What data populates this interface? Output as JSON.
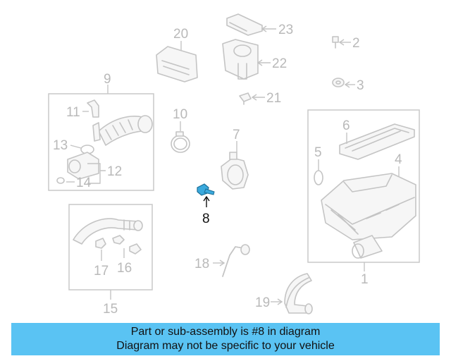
{
  "colors": {
    "highlight": "#3aa9dd",
    "banner": "#5ac3f3",
    "part_line": "#c4c4c4"
  },
  "labels": {
    "p1": "1",
    "p2": "2",
    "p3": "3",
    "p4": "4",
    "p5": "5",
    "p6": "6",
    "p7": "7",
    "p8": "8",
    "p9": "9",
    "p10": "10",
    "p11": "11",
    "p12": "12",
    "p13": "13",
    "p14": "14",
    "p15": "15",
    "p16": "16",
    "p17": "17",
    "p18": "18",
    "p19": "19",
    "p20": "20",
    "p21": "21",
    "p22": "22",
    "p23": "23"
  },
  "banner": {
    "line1": "Part or sub-assembly is #8 in diagram",
    "line2": "Diagram may not be specific to your vehicle"
  }
}
